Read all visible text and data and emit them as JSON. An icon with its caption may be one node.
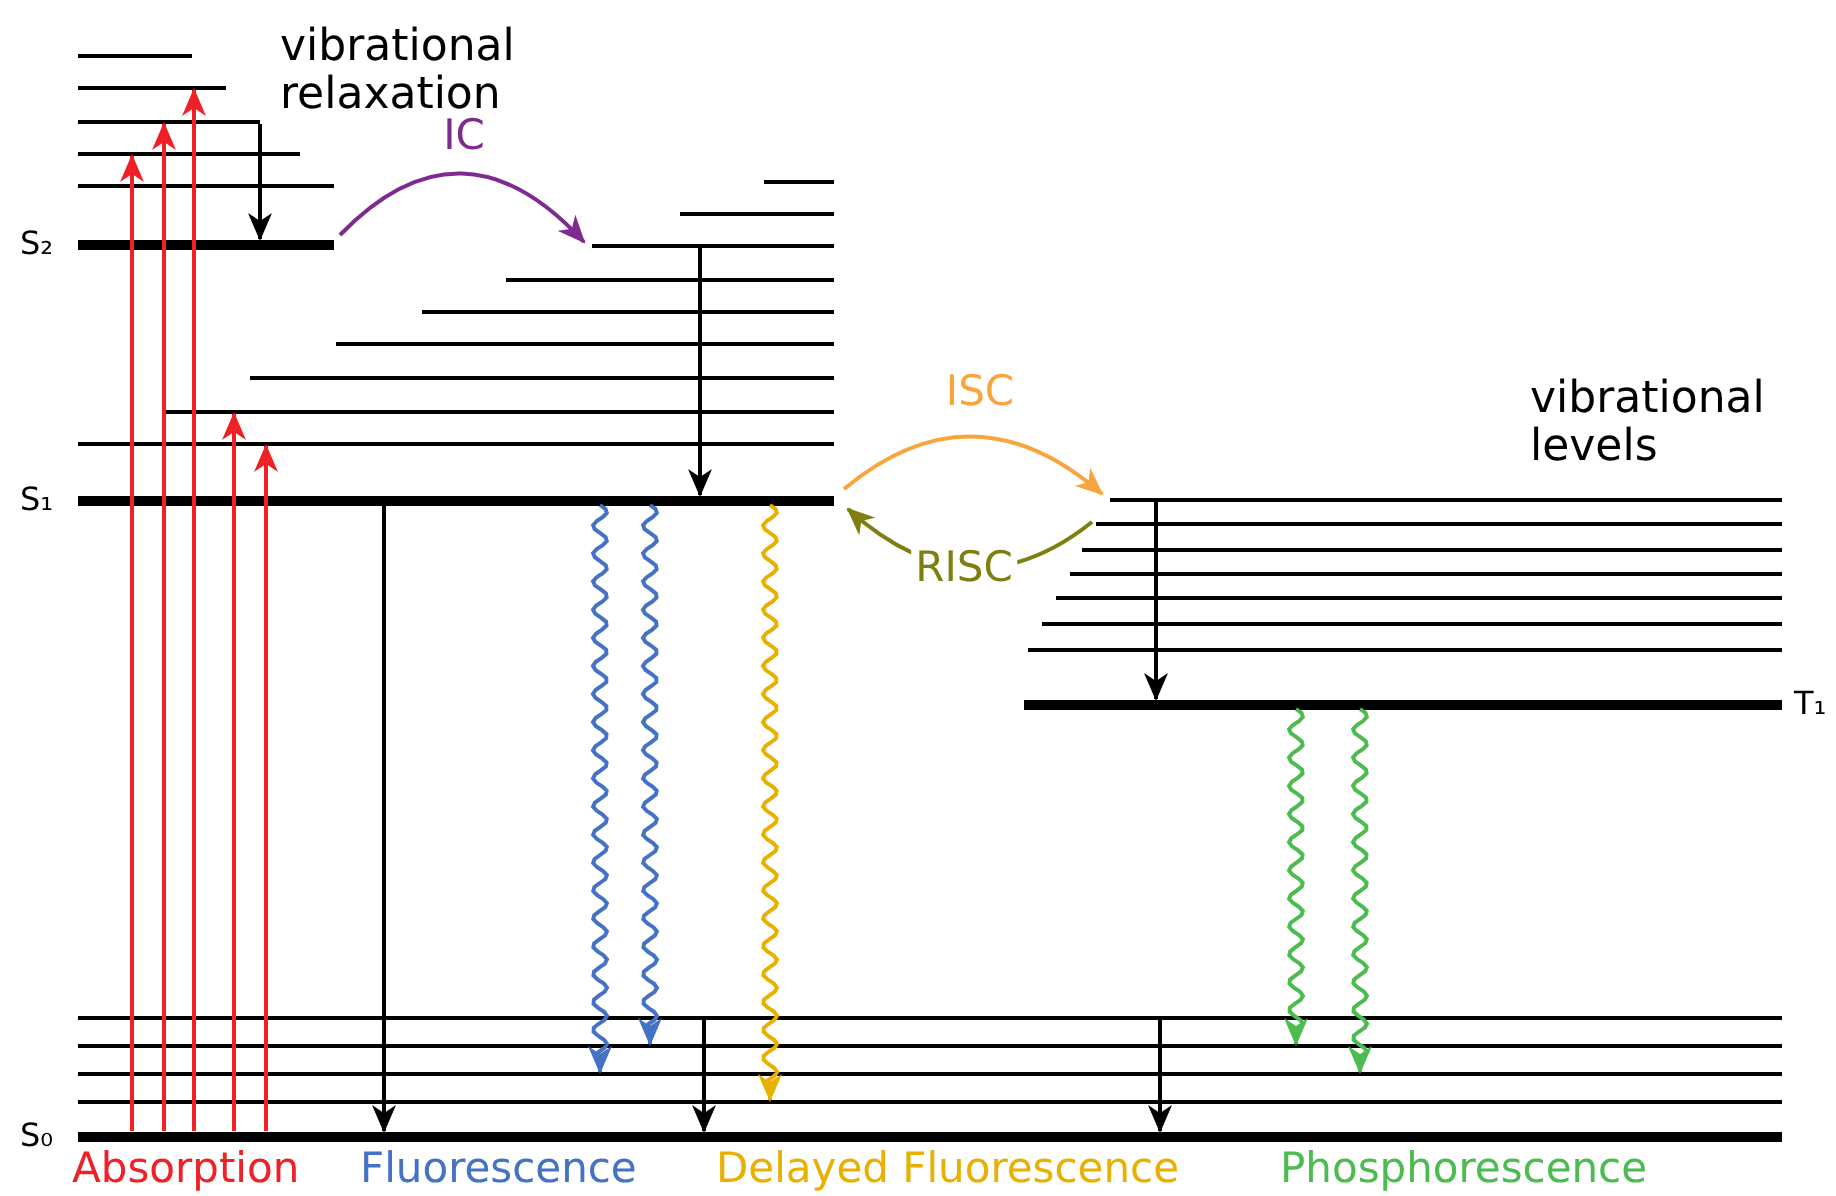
{
  "diagram": {
    "nodes": [
      {
        "text": [
          "S₂"
        ]
      },
      {
        "text": [
          "S₁"
        ]
      },
      {
        "text": [
          "T₁"
        ]
      },
      {
        "text": [
          "S₀"
        ]
      },
      {
        "text": [],
        "shape": "bar"
      },
      {
        "text": [],
        "shape": "bar"
      },
      {
        "text": [],
        "shape": "bar"
      },
      {
        "text": [],
        "shape": "bar"
      },
      {
        "text": [],
        "shape": "bar"
      },
      {
        "text": [],
        "shape": "bar"
      },
      {
        "text": [],
        "shape": "bar"
      },
      {
        "text": [],
        "shape": "bar"
      },
      {
        "text": [],
        "shape": "bar"
      },
      {
        "text": [],
        "shape": "bar"
      },
      {
        "text": [],
        "shape": "bar"
      },
      {
        "text": [],
        "shape": "bar"
      },
      {
        "text": [],
        "shape": "bar"
      },
      {
        "text": [],
        "shape": "bar"
      },
      {
        "text": [],
        "shape": "bar"
      },
      {
        "text": [],
        "shape": "bar"
      },
      {
        "text": [],
        "shape": "bar"
      },
      {
        "text": [],
        "shape": "bar"
      },
      {
        "text": [],
        "shape": "bar"
      },
      {
        "text": [],
        "shape": "bar"
      },
      {
        "text": [],
        "shape": "bar"
      },
      {
        "text": [],
        "shape": "bar"
      },
      {
        "text": [],
        "shape": "bar"
      },
      {
        "text": [],
        "shape": "bar"
      },
      {
        "text": [],
        "shape": "bar"
      }
    ],
    "edges": [
      {
        "from": 3,
        "to": 7,
        "arrow": "to",
        "color": "#ee2127"
      },
      {
        "from": 3,
        "to": 6,
        "arrow": "to",
        "color": "#ee2127"
      },
      {
        "from": 3,
        "to": 5,
        "arrow": "to",
        "color": "#ee2127"
      },
      {
        "from": 3,
        "to": 16,
        "arrow": "to",
        "color": "#ee2127"
      },
      {
        "from": 3,
        "to": 17,
        "arrow": "to",
        "color": "#ee2127"
      },
      {
        "from": 6,
        "to": 0,
        "arrow": "to"
      },
      {
        "from": 0,
        "to": 11,
        "arrow": "to",
        "label": "IC",
        "color": "#7d2a91"
      },
      {
        "from": 11,
        "to": 1,
        "arrow": "to"
      },
      {
        "from": 1,
        "to": 18,
        "arrow": "to",
        "label": "ISC",
        "color": "#f9a43c"
      },
      {
        "from": 19,
        "to": 1,
        "arrow": "to",
        "label": "RISC",
        "color": "#7f7f10"
      },
      {
        "from": 18,
        "to": 2,
        "arrow": "to"
      },
      {
        "from": 1,
        "to": 3,
        "arrow": "to"
      },
      {
        "from": 1,
        "to": 27,
        "arrow": "to",
        "color": "#4472c4"
      },
      {
        "from": 1,
        "to": 26,
        "arrow": "to",
        "color": "#4472c4"
      },
      {
        "from": 1,
        "to": 28,
        "arrow": "to",
        "color": "#e8b000"
      },
      {
        "from": 2,
        "to": 26,
        "arrow": "to",
        "color": "#4cbb50"
      },
      {
        "from": 2,
        "to": 27,
        "arrow": "to",
        "color": "#4cbb50"
      },
      {
        "from": 25,
        "to": 3,
        "arrow": "to"
      },
      {
        "from": 25,
        "to": 3,
        "arrow": "to"
      }
    ],
    "labels": [
      "vibrational relaxation",
      "vibrational levels",
      "Absorption",
      "Fluorescence",
      "Delayed Fluorescence",
      "Phosphorescence"
    ]
  }
}
